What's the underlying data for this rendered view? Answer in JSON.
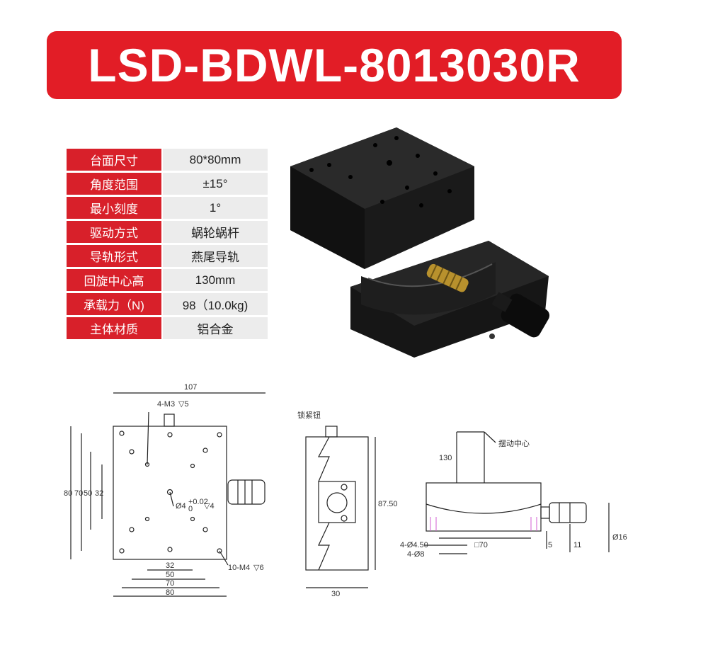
{
  "title": "LSD-BDWL-8013030R",
  "specs": [
    {
      "label": "台面尺寸",
      "value": "80*80mm"
    },
    {
      "label": "角度范围",
      "value": "±15°"
    },
    {
      "label": "最小刻度",
      "value": "1°"
    },
    {
      "label": "驱动方式",
      "value": "蜗轮蜗杆"
    },
    {
      "label": "导轨形式",
      "value": "燕尾导轨"
    },
    {
      "label": "回旋中心高",
      "value": "130mm"
    },
    {
      "label": "承载力（N)",
      "value": "98（10.0kg)"
    },
    {
      "label": "主体材质",
      "value": "铝合金"
    }
  ],
  "drawing": {
    "top_view": {
      "width_107": "107",
      "holes_m3": "4-M3",
      "holes_m3_depth": "▽5",
      "center_hole": "Ø4",
      "center_tol_top": "+0.02",
      "center_tol_bot": "0",
      "center_depth": "▽4",
      "holes_m4": "10-M4",
      "holes_m4_depth": "▽6",
      "v80": "80",
      "v70": "70",
      "v50": "50",
      "v32": "32",
      "h32": "32",
      "h50": "50",
      "h70": "70",
      "h80": "80"
    },
    "side_view": {
      "lock_label": "锁紧钮",
      "height": "87.50",
      "width": "30"
    },
    "front_view": {
      "center_label": "摆动中心",
      "h130": "130",
      "holes_450": "4-Ø4.50",
      "holes_8": "4-Ø8",
      "span70": "□70",
      "d5": "5",
      "d11": "11",
      "d16": "Ø16"
    }
  },
  "colors": {
    "banner": "#e21d26",
    "label_bg": "#d8202a",
    "value_bg": "#ececec"
  }
}
